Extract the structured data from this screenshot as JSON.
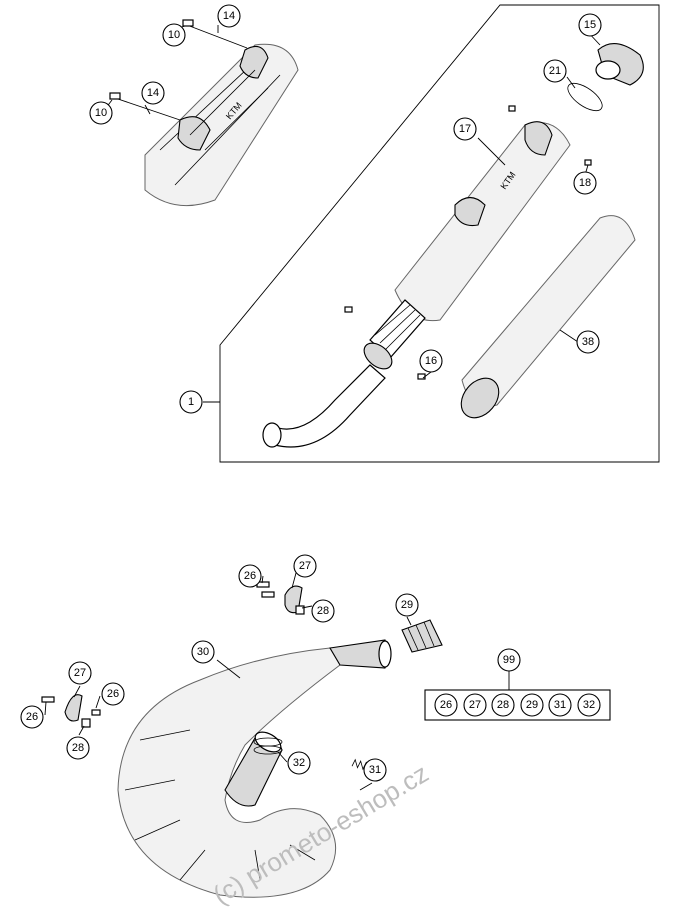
{
  "callouts": {
    "c10a": "10",
    "c14a": "14",
    "c10b": "10",
    "c14b": "14",
    "c15": "15",
    "c21": "21",
    "c17": "17",
    "c18": "18",
    "c38": "38",
    "c16": "16",
    "c1": "1",
    "c26a": "26",
    "c27a": "27",
    "c28a": "28",
    "c29": "29",
    "c30": "30",
    "c27b": "27",
    "c26b": "26",
    "c26c": "26",
    "c28b": "28",
    "c32": "32",
    "c31": "31",
    "c99": "99"
  },
  "kit": {
    "items": [
      "26",
      "27",
      "28",
      "29",
      "31",
      "32"
    ]
  },
  "watermark": "(c) prometo-eshop.cz"
}
